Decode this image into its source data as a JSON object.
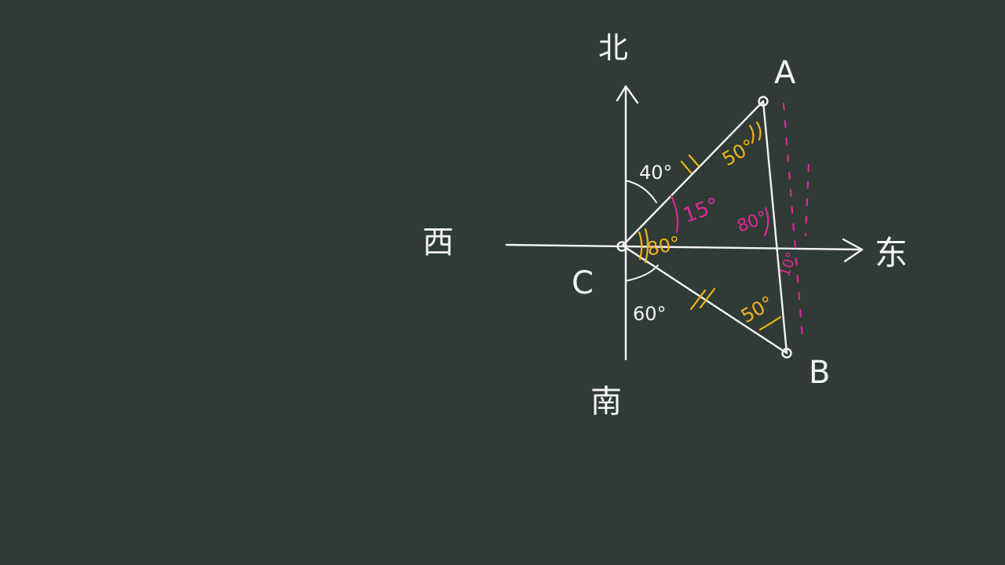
{
  "directions": {
    "north": "北",
    "south": "南",
    "east": "东",
    "west": "西"
  },
  "points": {
    "a": "A",
    "b": "B",
    "c": "C"
  },
  "angles": {
    "north_a": "40°",
    "south_b": "60°",
    "angle_cab": "50°",
    "angle_cba": "50°",
    "angle_acb": "80°",
    "angle_pink_near_c": "15°",
    "angle_pink_near_a": "80°",
    "angle_pink_near_b": "10°"
  },
  "colors": {
    "background": "#2f3b34",
    "chalk": "#f4f4f4",
    "equal_marks": "#f3b21c",
    "auxiliary": "#e0269a"
  }
}
